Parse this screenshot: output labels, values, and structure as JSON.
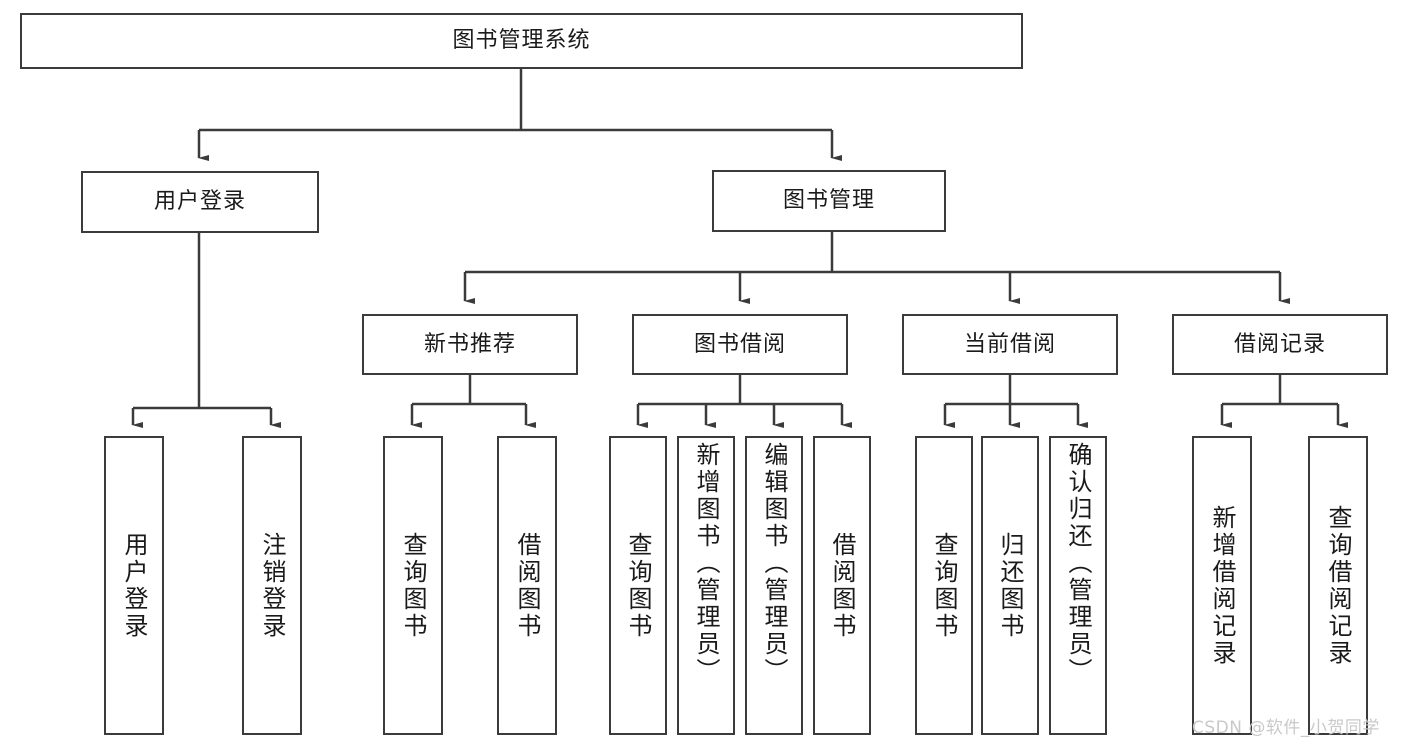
{
  "diagram": {
    "type": "tree-hierarchy",
    "title": "图书管理系统",
    "watermark": "CSDN @软件_小贺同学",
    "colors": {
      "box_border": "#3b3b3b",
      "connector": "#3b3b3b",
      "background": "#ffffff",
      "text": "#1a1a1a",
      "watermark": "#c9c9c9"
    },
    "nodes": {
      "root": {
        "label": "图书管理系统",
        "orientation": "horizontal"
      },
      "level1": [
        {
          "label": "用户登录",
          "orientation": "horizontal"
        },
        {
          "label": "图书管理",
          "orientation": "horizontal"
        }
      ],
      "level2": [
        {
          "label": "新书推荐",
          "orientation": "horizontal"
        },
        {
          "label": "图书借阅",
          "orientation": "horizontal"
        },
        {
          "label": "当前借阅",
          "orientation": "horizontal"
        },
        {
          "label": "借阅记录",
          "orientation": "horizontal"
        }
      ],
      "leaves_user_login": [
        {
          "label": "用户登录",
          "orientation": "vertical"
        },
        {
          "label": "注销登录",
          "orientation": "vertical"
        }
      ],
      "leaves_new_book": [
        {
          "label": "查询图书",
          "orientation": "vertical"
        },
        {
          "label": "借阅图书",
          "orientation": "vertical"
        }
      ],
      "leaves_borrow": [
        {
          "label": "查询图书",
          "orientation": "vertical"
        },
        {
          "label": "新增图书（管理员）",
          "orientation": "vertical"
        },
        {
          "label": "编辑图书（管理员）",
          "orientation": "vertical"
        },
        {
          "label": "借阅图书",
          "orientation": "vertical"
        }
      ],
      "leaves_current": [
        {
          "label": "查询图书",
          "orientation": "vertical"
        },
        {
          "label": "归还图书",
          "orientation": "vertical"
        },
        {
          "label": "确认归还（管理员）",
          "orientation": "vertical"
        }
      ],
      "leaves_records": [
        {
          "label": "新增借阅记录",
          "orientation": "vertical"
        },
        {
          "label": "查询借阅记录",
          "orientation": "vertical"
        }
      ]
    }
  }
}
